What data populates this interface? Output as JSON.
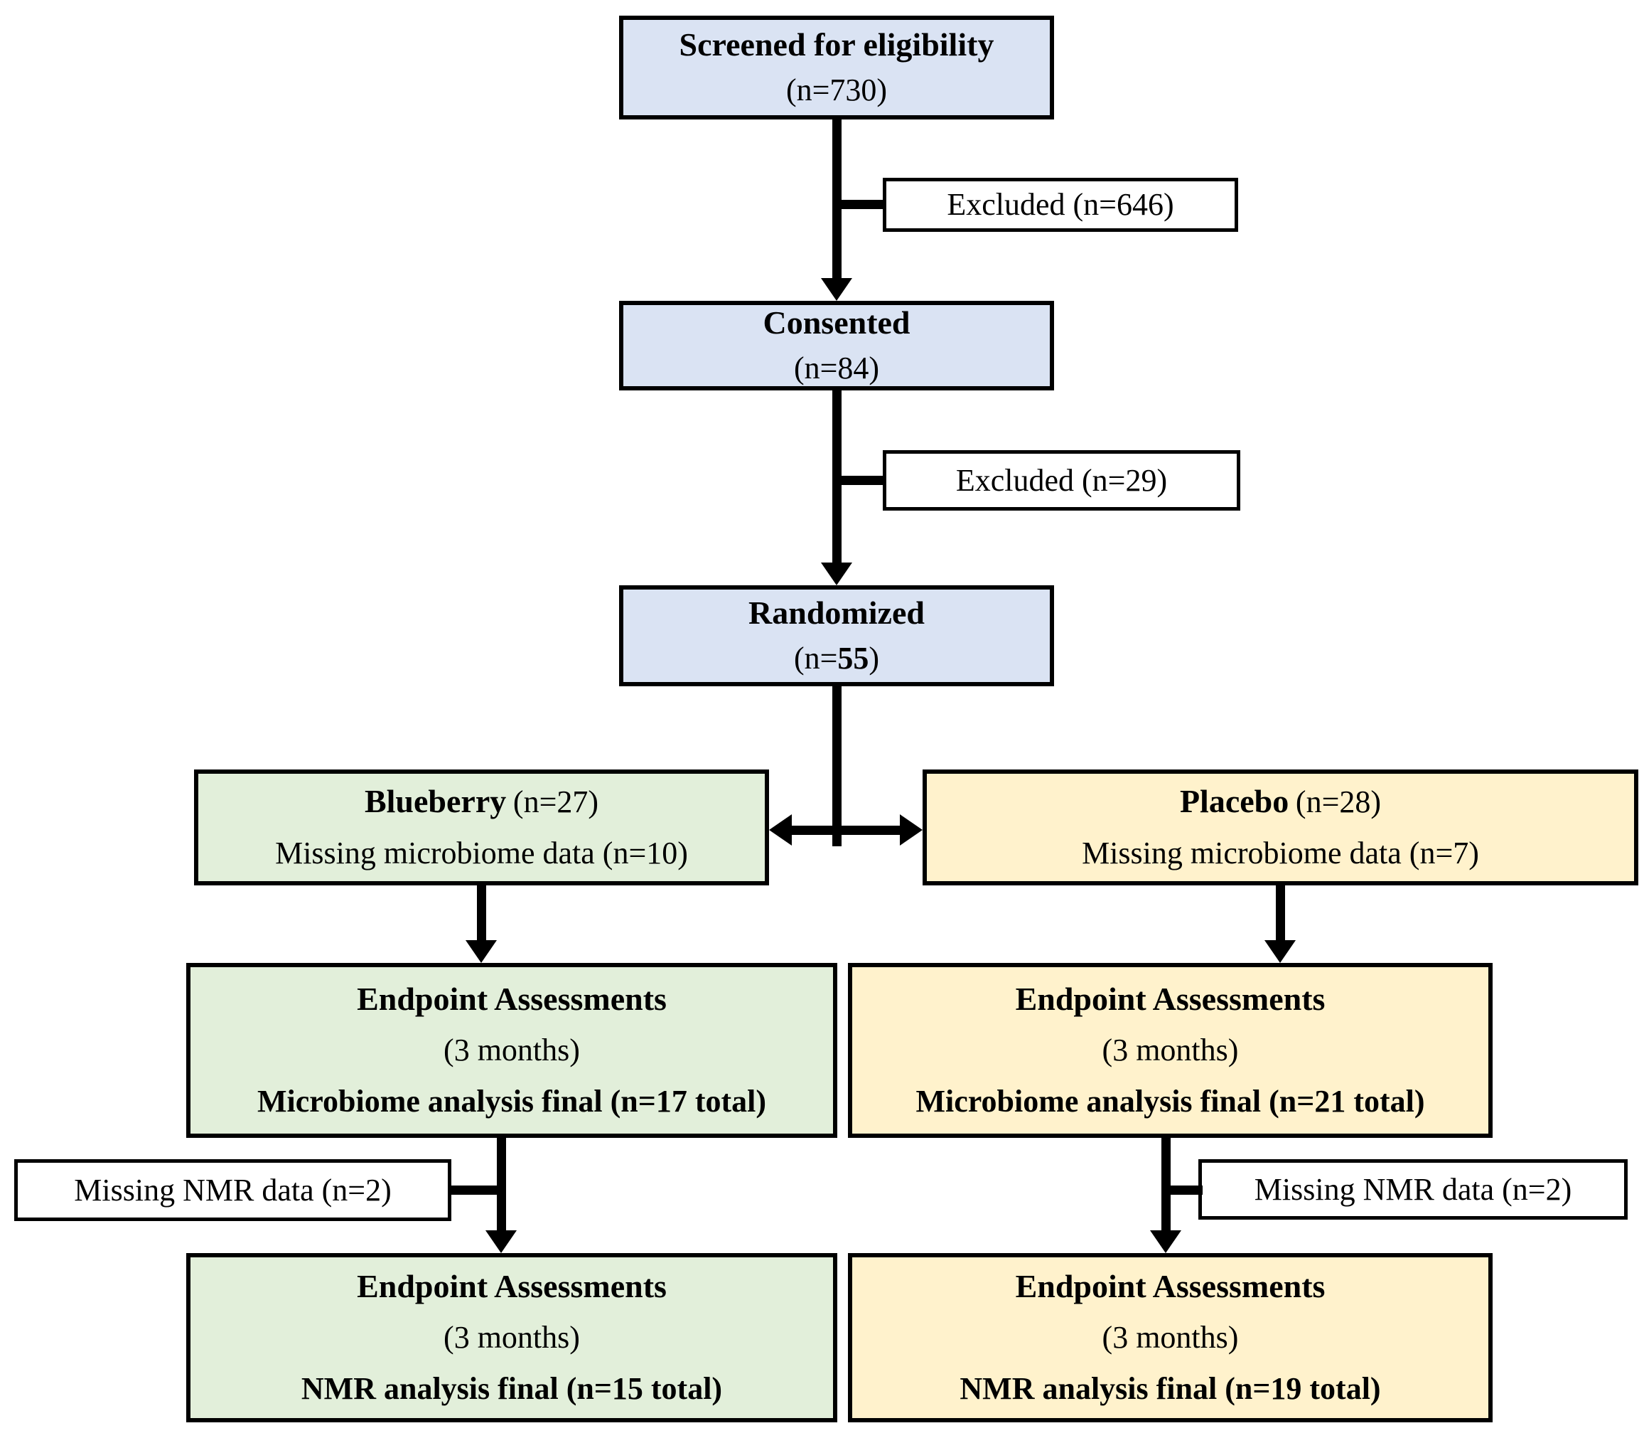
{
  "flowchart": {
    "screened": {
      "title": "Screened for eligibility",
      "n": "(n=730)"
    },
    "excluded_1": {
      "label": "Excluded (n=646)"
    },
    "consented": {
      "title": "Consented",
      "n": "(n=84)"
    },
    "excluded_2": {
      "label": "Excluded (n=29)"
    },
    "randomized": {
      "title": "Randomized",
      "n_prefix": "(n=",
      "n_value": "55",
      "n_suffix": ")"
    },
    "blueberry": {
      "name": "Blueberry",
      "n": "(n=27)",
      "note": "Missing microbiome data (n=10)"
    },
    "placebo": {
      "name": "Placebo",
      "n": "(n=28)",
      "note": "Missing microbiome data (n=7)"
    },
    "endpoint_blueberry_microbiome": {
      "line1": "Endpoint Assessments",
      "line2": "(3 months)",
      "line3": "Microbiome analysis final (n=17 total)"
    },
    "endpoint_placebo_microbiome": {
      "line1": "Endpoint Assessments",
      "line2": "(3 months)",
      "line3": "Microbiome analysis final (n=21 total)"
    },
    "missing_nmr_blueberry": {
      "label": "Missing NMR data (n=2)"
    },
    "missing_nmr_placebo": {
      "label": "Missing NMR data (n=2)"
    },
    "endpoint_blueberry_nmr": {
      "line1": "Endpoint Assessments",
      "line2": "(3 months)",
      "line3": "NMR analysis final (n=15 total)"
    },
    "endpoint_placebo_nmr": {
      "line1": "Endpoint Assessments",
      "line2": "(3 months)",
      "line3": "NMR analysis final (n=19 total)"
    }
  },
  "colors": {
    "screening_box_fill": "#dae3f3",
    "blueberry_box_fill": "#e2efda",
    "placebo_box_fill": "#fff2cc",
    "plain_box_fill": "#ffffff",
    "border_and_arrows": "#000000",
    "text": "#000000"
  }
}
